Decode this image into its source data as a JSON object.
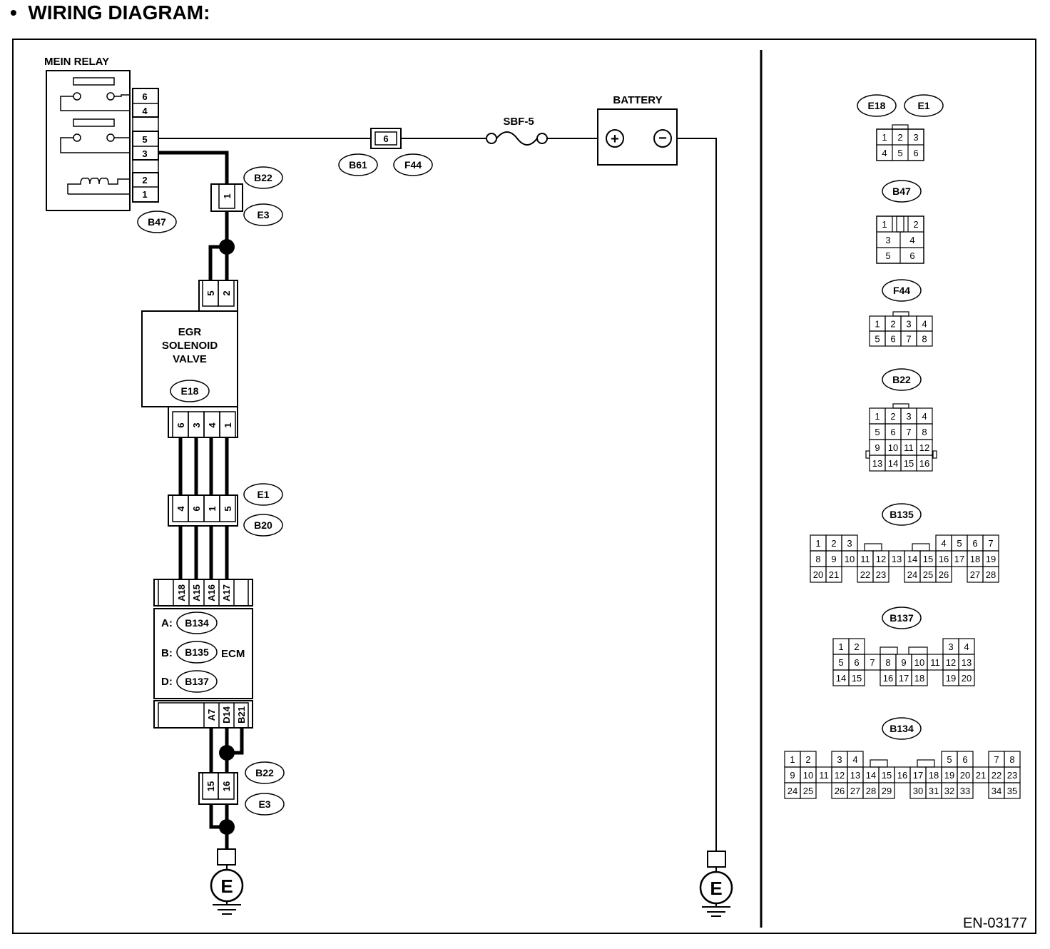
{
  "heading": "•  WIRING DIAGRAM:",
  "doc_code": "EN-03177",
  "main_relay": {
    "label": "MEIN RELAY",
    "pins": [
      "6",
      "4",
      "5",
      "3",
      "2",
      "1"
    ],
    "connector": "B47"
  },
  "fuse_connector": {
    "pin": "6",
    "left": "B61",
    "right": "F44"
  },
  "fuse": "SBF-5",
  "battery": {
    "label": "BATTERY",
    "plus": "+",
    "minus": "−"
  },
  "joint_top": {
    "pin": "1",
    "upper": "B22",
    "lower": "E3"
  },
  "egr": {
    "lines": [
      "EGR",
      "SOLENOID",
      "VALVE"
    ],
    "connector": "E18",
    "top_pins": [
      "5",
      "2"
    ],
    "bottom_pins": [
      "6",
      "3",
      "4",
      "1"
    ]
  },
  "joint_mid": {
    "pins": [
      "4",
      "6",
      "1",
      "5"
    ],
    "upper": "E1",
    "lower": "B20"
  },
  "ecm": {
    "label": "ECM",
    "top_pins": [
      "A18",
      "A15",
      "A16",
      "A17"
    ],
    "bottom_pins": [
      "A7",
      "D14",
      "B21"
    ],
    "rows": [
      {
        "prefix": "A:",
        "connector": "B134"
      },
      {
        "prefix": "B:",
        "connector": "B135"
      },
      {
        "prefix": "D:",
        "connector": "B137"
      }
    ]
  },
  "joint_bottom": {
    "pins": [
      "15",
      "16"
    ],
    "upper": "B22",
    "lower": "E3"
  },
  "ground_label": "E",
  "connector_views": [
    {
      "names": [
        "E18",
        "E1"
      ],
      "rows": [
        [
          "1",
          "2",
          "3"
        ],
        [
          "4",
          "5",
          "6"
        ]
      ]
    },
    {
      "names": [
        "B47"
      ],
      "rows": [
        [
          "1",
          "2"
        ],
        [
          "3",
          "4"
        ],
        [
          "5",
          "6"
        ]
      ]
    },
    {
      "names": [
        "F44"
      ],
      "rows": [
        [
          "1",
          "2",
          "3",
          "4"
        ],
        [
          "5",
          "6",
          "7",
          "8"
        ]
      ]
    },
    {
      "names": [
        "B22"
      ],
      "rows": [
        [
          "1",
          "2",
          "3",
          "4"
        ],
        [
          "5",
          "6",
          "7",
          "8"
        ],
        [
          "9",
          "10",
          "11",
          "12"
        ],
        [
          "13",
          "14",
          "15",
          "16"
        ]
      ]
    },
    {
      "names": [
        "B135"
      ],
      "rows": [
        [
          "1",
          "2",
          "3",
          "",
          "",
          "",
          "",
          "",
          "",
          "4",
          "5",
          "6",
          "7"
        ],
        [
          "8",
          "9",
          "10",
          "11",
          "12",
          "13",
          "14",
          "15",
          "16",
          "17",
          "18",
          "19"
        ],
        [
          "20",
          "21",
          "",
          "22",
          "23",
          "",
          "24",
          "25",
          "26",
          "",
          "27",
          "28"
        ]
      ]
    },
    {
      "names": [
        "B137"
      ],
      "rows": [
        [
          "1",
          "2",
          "",
          "",
          "",
          "",
          "",
          "3",
          "4"
        ],
        [
          "5",
          "6",
          "7",
          "8",
          "9",
          "10",
          "11",
          "12",
          "13"
        ],
        [
          "14",
          "15",
          "",
          "16",
          "17",
          "18",
          "",
          "19",
          "20"
        ]
      ]
    },
    {
      "names": [
        "B134"
      ],
      "rows": [
        [
          "1",
          "2",
          "",
          "3",
          "4",
          "",
          "",
          "",
          "",
          "5",
          "6",
          "",
          "7",
          "8"
        ],
        [
          "9",
          "10",
          "11",
          "12",
          "13",
          "14",
          "15",
          "16",
          "17",
          "18",
          "19",
          "20",
          "21",
          "22",
          "23"
        ],
        [
          "24",
          "25",
          "",
          "26",
          "27",
          "28",
          "29",
          "",
          "30",
          "31",
          "32",
          "33",
          "",
          "34",
          "35"
        ]
      ]
    }
  ]
}
